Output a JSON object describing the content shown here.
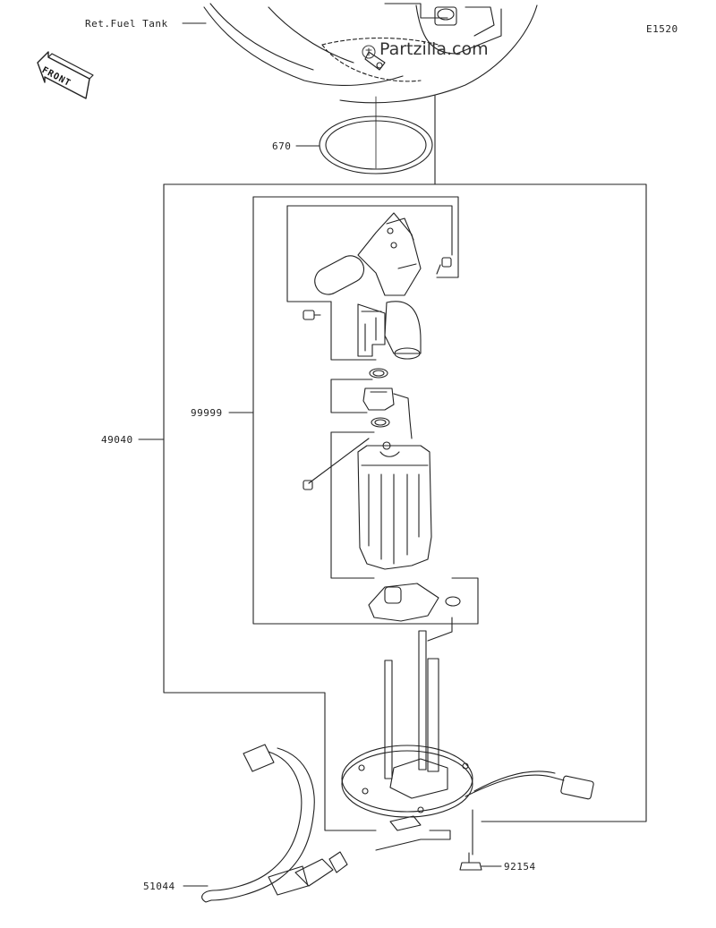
{
  "diagram": {
    "code": "E1520",
    "watermark": "Partzilla.com",
    "front_label": "FRONT",
    "ref_label": "Ret.Fuel Tank",
    "parts": [
      {
        "number": "670"
      },
      {
        "number": "99999"
      },
      {
        "number": "49040"
      },
      {
        "number": "51044"
      },
      {
        "number": "92154"
      }
    ]
  }
}
